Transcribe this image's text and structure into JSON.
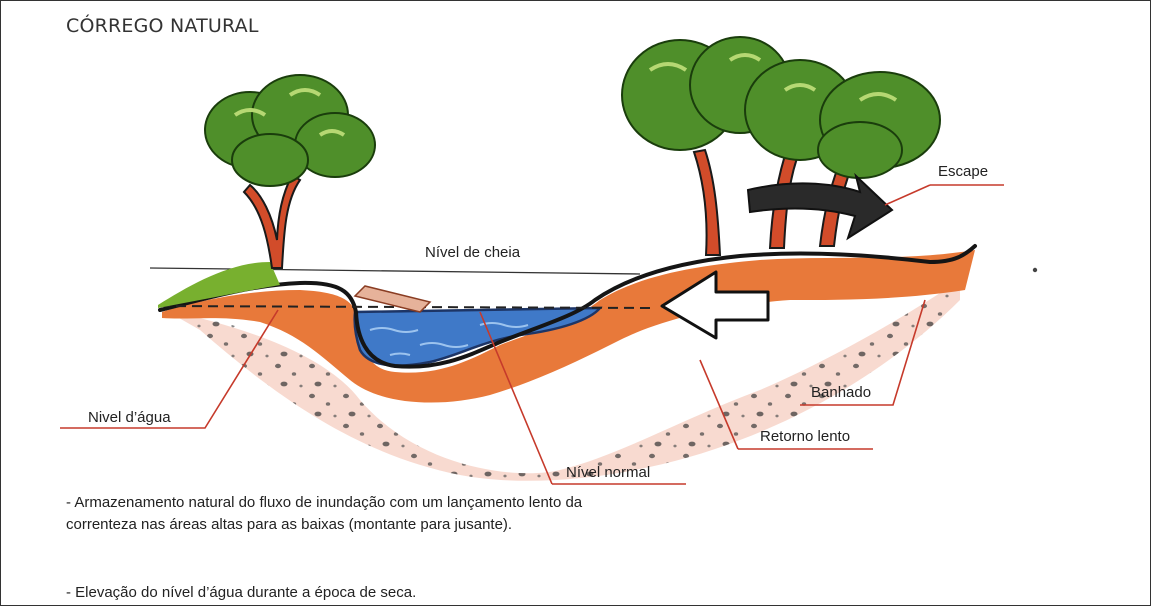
{
  "title": "CÓRREGO NATURAL",
  "labels": {
    "escape": "Escape",
    "nivel_cheia": "Nível de cheia",
    "banhado": "Banhado",
    "nivel_agua": "Nivel d’água",
    "retorno_lento": "Retorno lento",
    "nivel_normal": "Nível normal"
  },
  "notes": [
    "- Armazenamento natural do fluxo de inundação com um lançamento lento da correnteza nas áreas altas para as baixas (montante para jusante).",
    "- Elevação do nível d’água durante a época de seca."
  ],
  "colors": {
    "soil": "#e8793a",
    "soil_light": "#f4c4b3",
    "water": "#3f79c8",
    "foliage": "#4f8f2a",
    "trunk": "#d24c2a",
    "leader": "#c63a2b"
  }
}
